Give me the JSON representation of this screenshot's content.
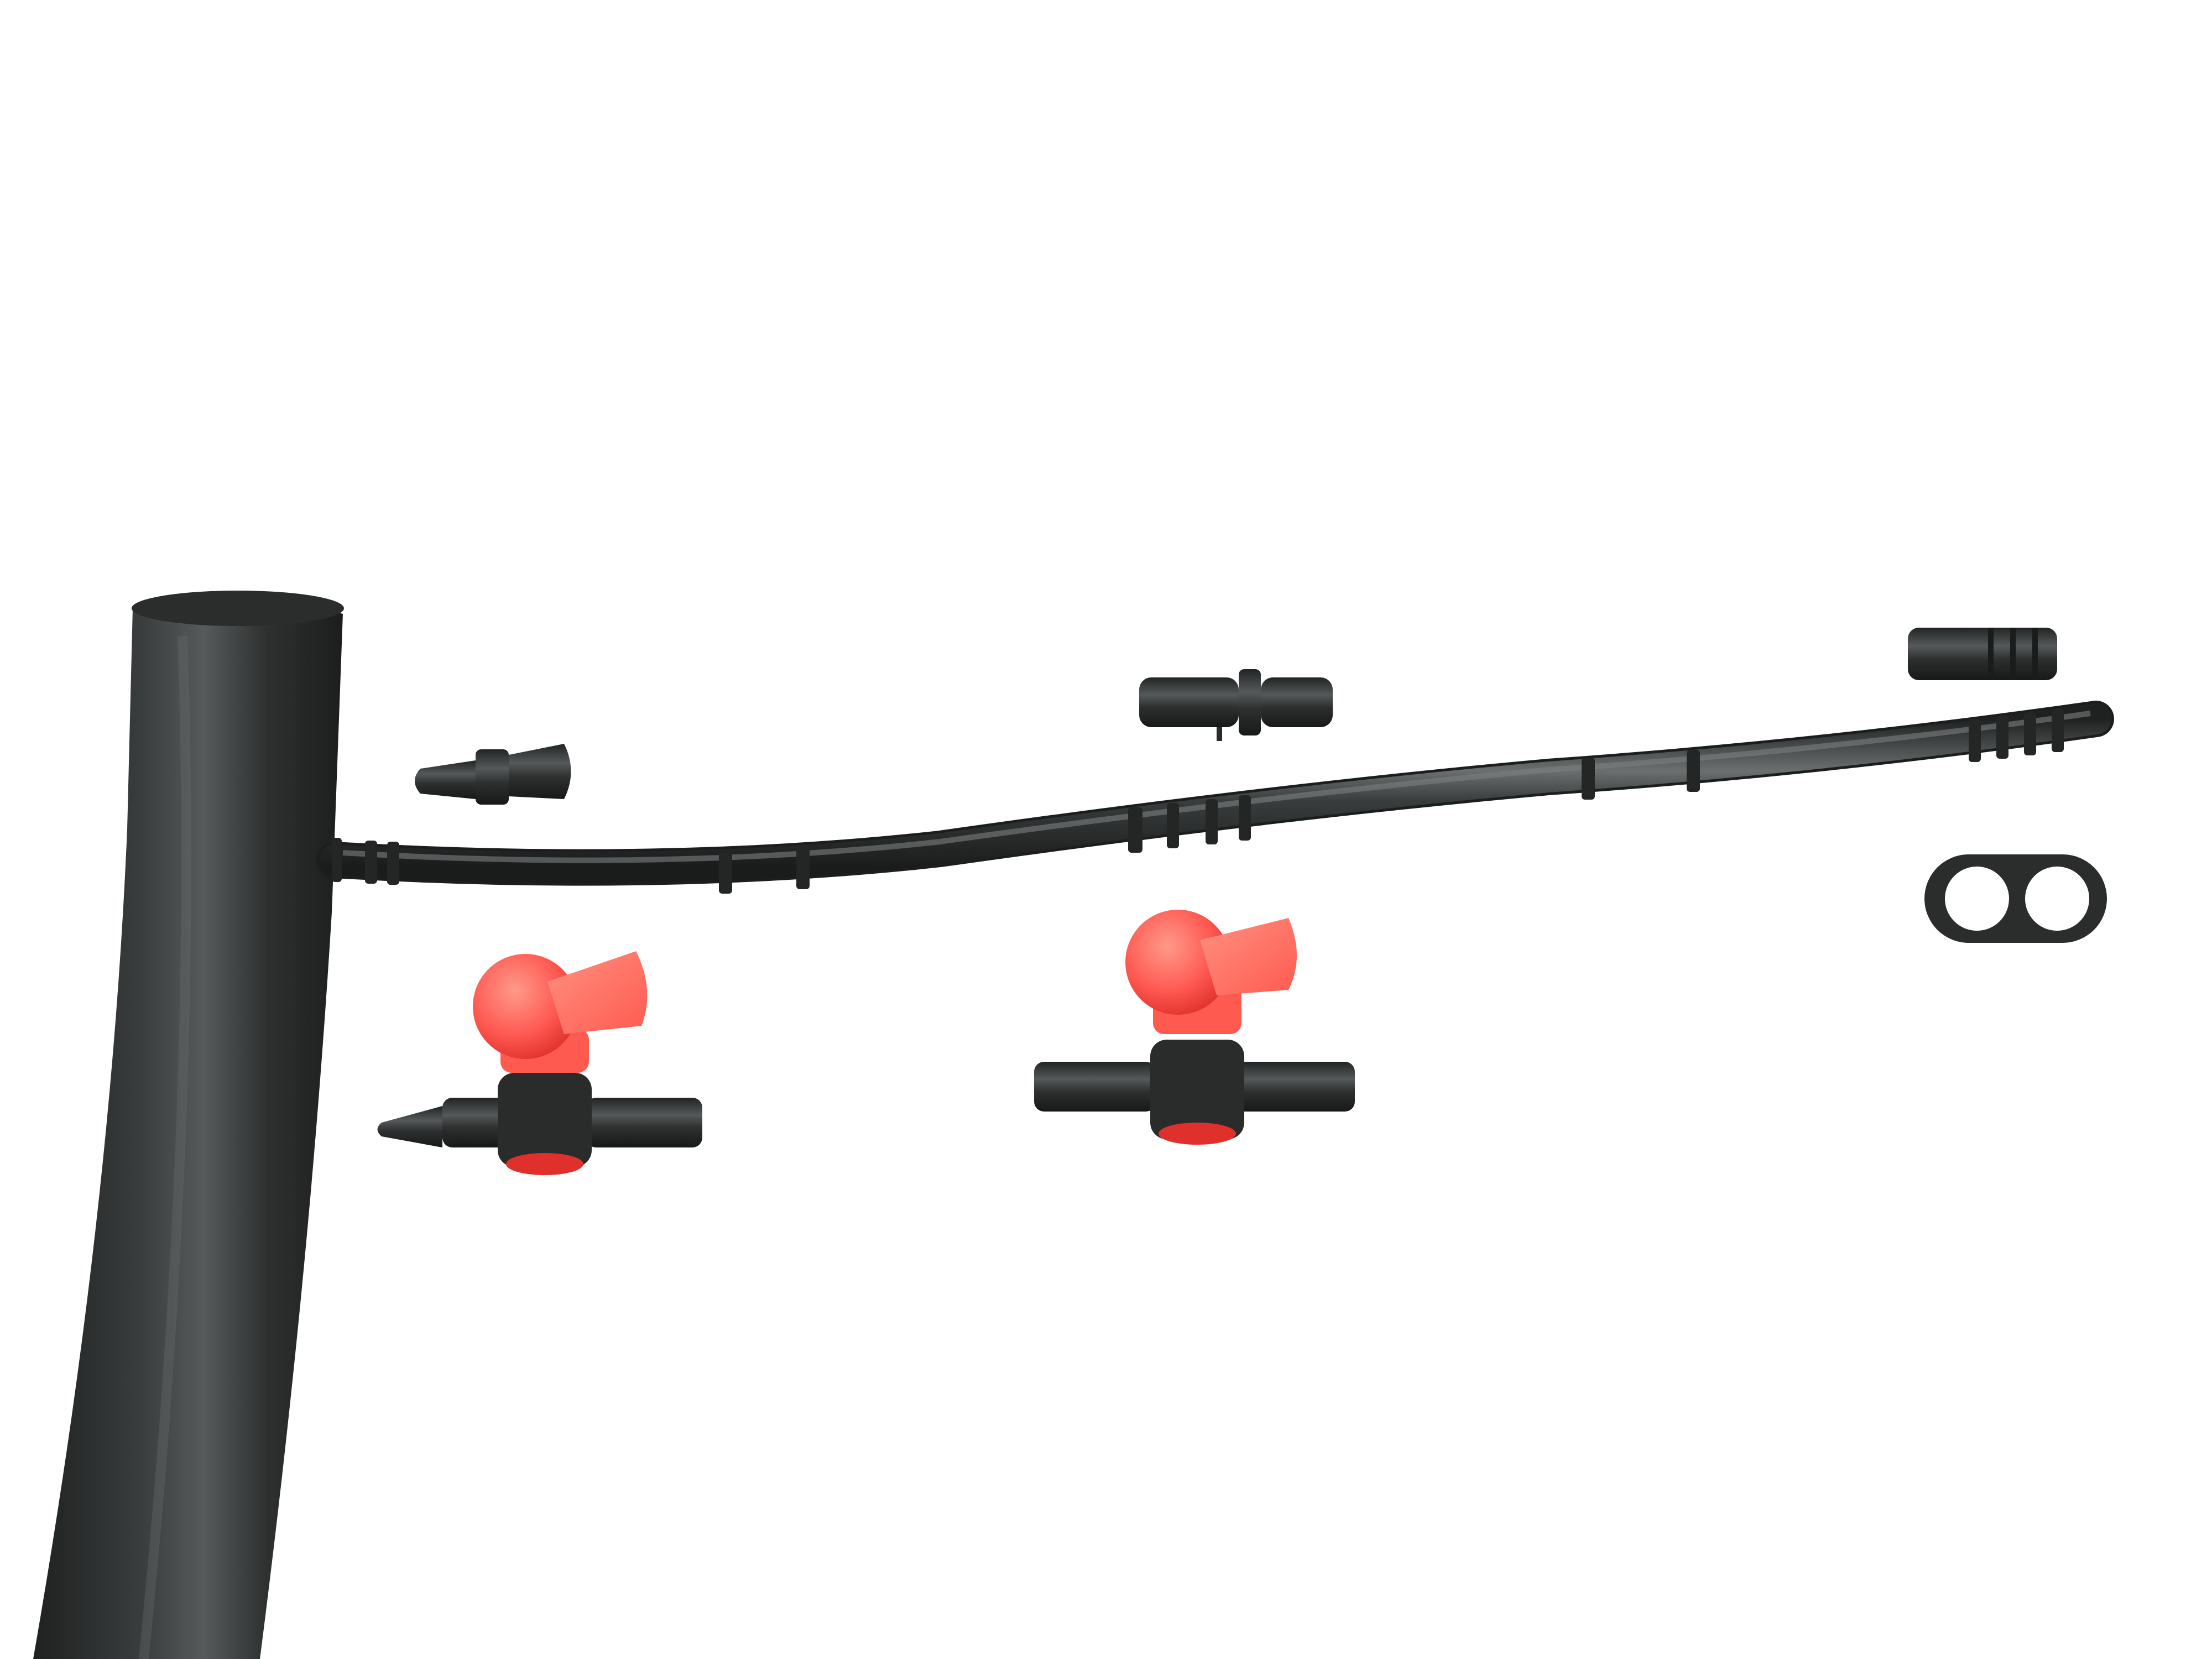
{
  "scene": {
    "background": "#ffffff",
    "pipe_color": "#2a2c2c",
    "valve_handle_color": "#ff5050",
    "valve_handle_light": "#ff8a7a",
    "valve_handle_dark": "#e02a28",
    "components": [
      {
        "id": "main-pipe",
        "kind": "pipe"
      },
      {
        "id": "lateral-tube",
        "kind": "tube"
      },
      {
        "id": "end-plug",
        "kind": "plug"
      },
      {
        "id": "straight-coupler",
        "kind": "coupler"
      },
      {
        "id": "threaded-end-connector",
        "kind": "connector"
      },
      {
        "id": "figure-eight-end-clamp",
        "kind": "clamp"
      },
      {
        "id": "mini-valve-left",
        "kind": "valve"
      },
      {
        "id": "mini-valve-center",
        "kind": "valve"
      }
    ]
  }
}
